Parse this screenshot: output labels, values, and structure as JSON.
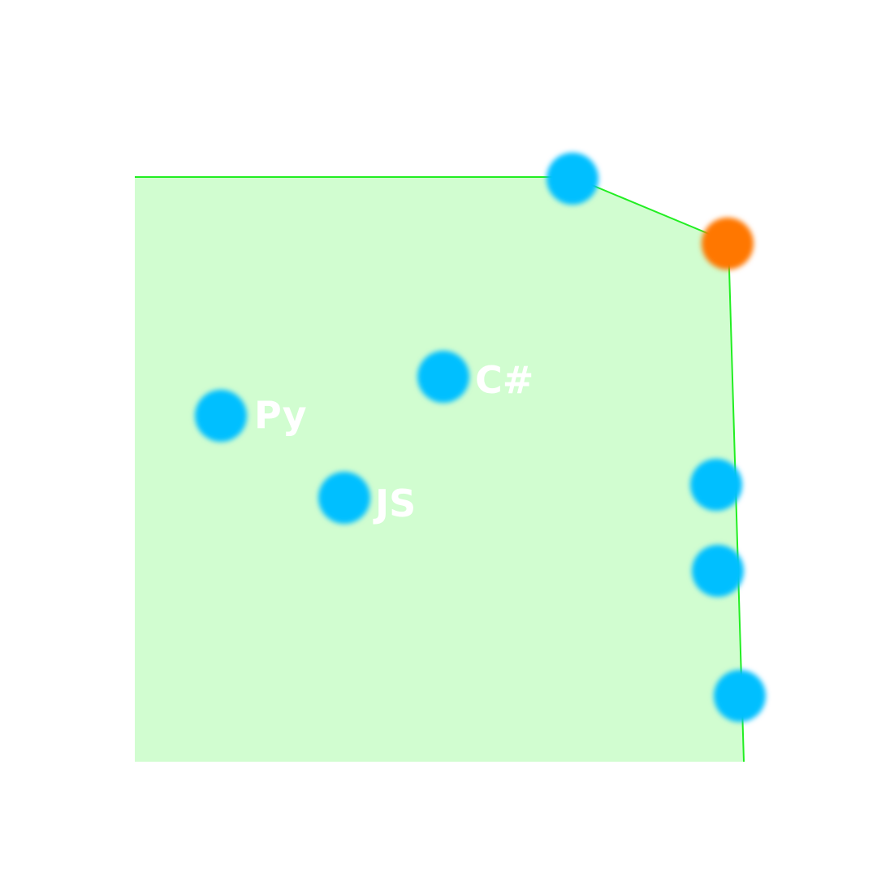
{
  "colors": {
    "region_fill": "#d1fdd0",
    "frontier_stroke": "#22ee22",
    "point_default": "#00bfff",
    "point_highlight": "#ff7700",
    "label_color": "#ffffff"
  },
  "points": [
    {
      "label": "Py",
      "status": "default"
    },
    {
      "label": "JS",
      "status": "default"
    },
    {
      "label": "C#",
      "status": "default"
    },
    {
      "label": "",
      "status": "default"
    },
    {
      "label": "",
      "status": "highlight"
    },
    {
      "label": "",
      "status": "default"
    },
    {
      "label": "",
      "status": "default"
    },
    {
      "label": "",
      "status": "default"
    }
  ]
}
